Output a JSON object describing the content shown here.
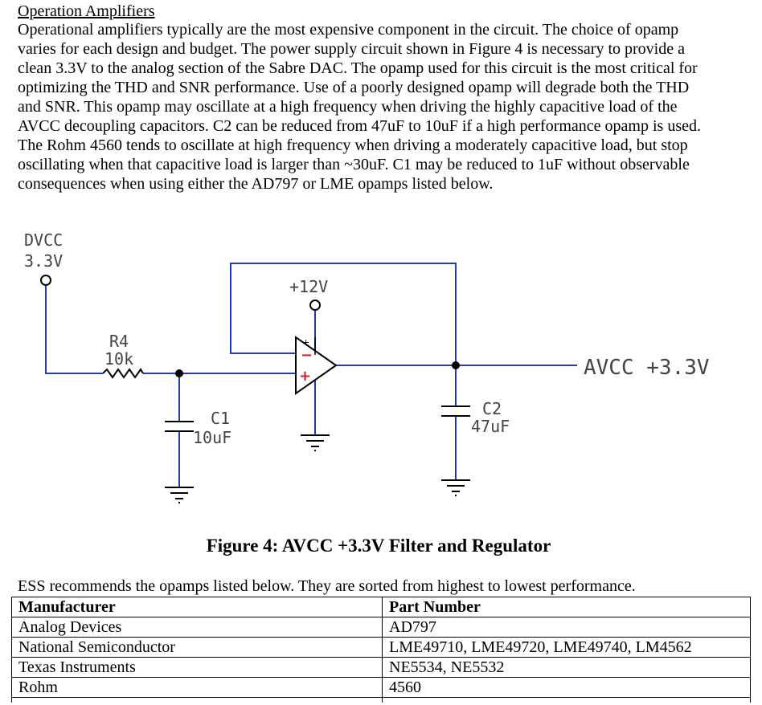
{
  "section": {
    "heading": "Operation Amplifiers",
    "paragraph_lines": [
      "Operational amplifiers typically are the most expensive component in the circuit.   The choice of opamp",
      "varies for each design and budget.  The power supply circuit shown in Figure 4 is necessary to provide a",
      "clean 3.3V to the analog section of the Sabre DAC.  The opamp used for this circuit is the most critical for",
      "optimizing the THD and SNR performance.  Use of a poorly designed opamp will degrade both the THD",
      "and SNR.  This opamp may oscillate at a high frequency when driving the highly capacitive load of the",
      "AVCC decoupling capacitors.  C2 can be reduced from 47uF to 10uF if a high performance opamp is used.",
      "The Rohm 4560 tends to oscillate at high frequency when driving a moderately capacitive load, but stop",
      "oscillating when that capacitive load is larger than ~30uF.  C1 may be reduced to 1uF without observable",
      "consequences when using either the AD797 or LME opamps listed below."
    ]
  },
  "schematic": {
    "input_name": "DVCC",
    "input_voltage": "3.3V",
    "supply_label": "+12V",
    "r4_name": "R4",
    "r4_value": "10k",
    "c1_name": "C1",
    "c1_value": "10uF",
    "c2_name": "C2",
    "c2_value": "47uF",
    "output_label": "AVCC +3.3V",
    "minus_sign": "−",
    "plus_sign": "+",
    "wire_color": "#1f3bc7",
    "pin_color": "#d61f1f"
  },
  "figure": {
    "caption": "Figure 4: AVCC +3.3V Filter and Regulator"
  },
  "opamp_table": {
    "intro": "ESS recommends the opamps listed below.  They are sorted from highest to lowest performance.",
    "headers": [
      "Manufacturer",
      "Part Number"
    ],
    "rows": [
      [
        "Analog Devices",
        "AD797"
      ],
      [
        "National Semiconductor",
        "LME49710, LME49720, LME49740, LM4562"
      ],
      [
        "Texas Instruments",
        "NE5534, NE5532"
      ],
      [
        "Rohm",
        "4560"
      ]
    ]
  }
}
